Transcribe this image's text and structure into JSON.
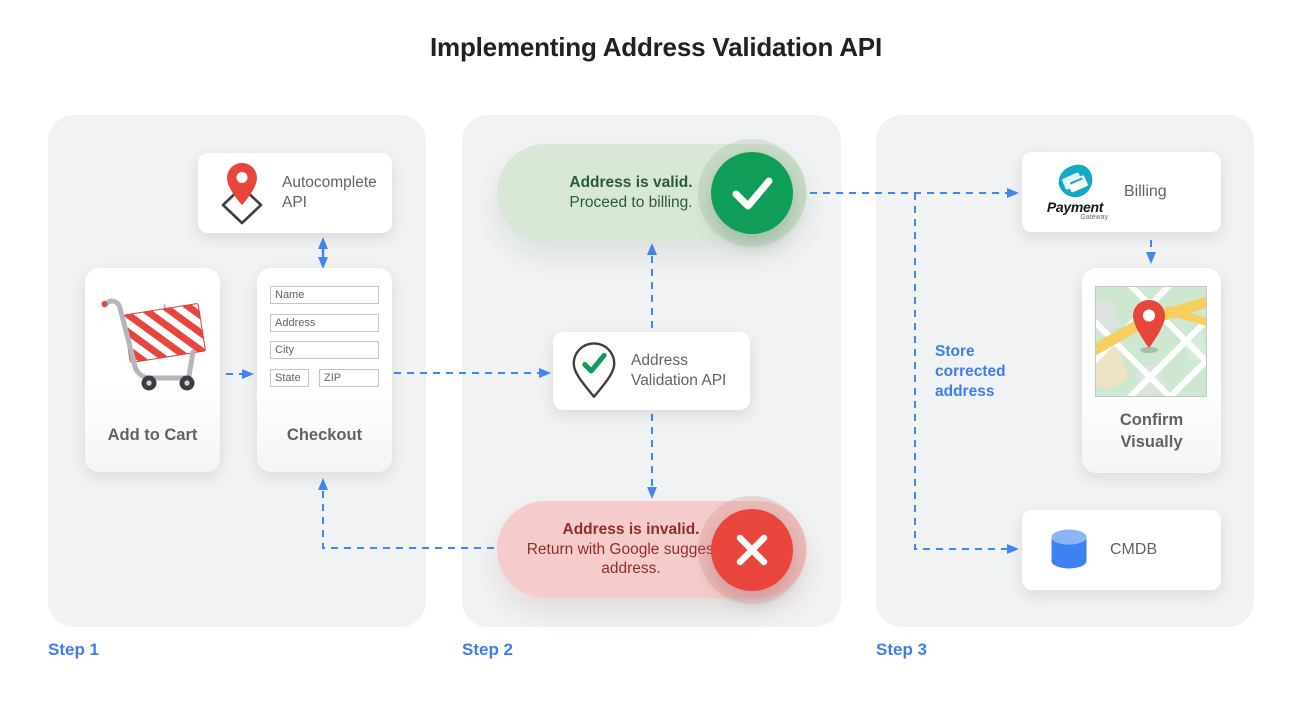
{
  "title": "Implementing Address Validation API",
  "colors": {
    "accent_blue": "#4285F4",
    "panel_bg": "#F1F2F3",
    "gray_text": "#5F6368",
    "valid_green": "#0F9D58",
    "valid_pill_bg": "#D9E7D6",
    "valid_text": "#2A5B38",
    "invalid_red": "#E8453C",
    "invalid_pill_bg": "#F5CCCB",
    "invalid_text": "#8E2F27",
    "cmdb_blue": "#3E82F1",
    "payment_teal": "#12A9C6"
  },
  "icons": {
    "cart": "shopping-cart-icon",
    "autocomplete": "map-pin-diamond-icon",
    "validation": "map-pin-check-icon",
    "valid": "check-icon",
    "invalid": "x-icon",
    "billing": "payment-gateway-logo",
    "confirm": "map-thumbnail",
    "cmdb": "database-icon"
  },
  "panels": [
    {
      "step_label": "Step 1",
      "autocomplete_card": {
        "label": "Autocomplete API"
      },
      "cart_card": {
        "label": "Add to Cart"
      },
      "checkout_card": {
        "label": "Checkout",
        "fields": {
          "name": "Name",
          "address": "Address",
          "city": "City",
          "state": "State",
          "zip": "ZIP"
        }
      }
    },
    {
      "step_label": "Step 2",
      "valid_pill": {
        "title": "Address is valid.",
        "subtitle": "Proceed to billing."
      },
      "validation_card": {
        "label": "Address Validation API"
      },
      "invalid_pill": {
        "title": "Address is invalid.",
        "subtitle": "Return with Google suggested address."
      }
    },
    {
      "step_label": "Step 3",
      "billing_card": {
        "label": "Billing",
        "logo_title": "Payment",
        "logo_subtitle": "Gateway"
      },
      "confirm_card": {
        "label": "Confirm Visually"
      },
      "cmdb_card": {
        "label": "CMDB"
      },
      "store_label": "Store corrected address"
    }
  ]
}
